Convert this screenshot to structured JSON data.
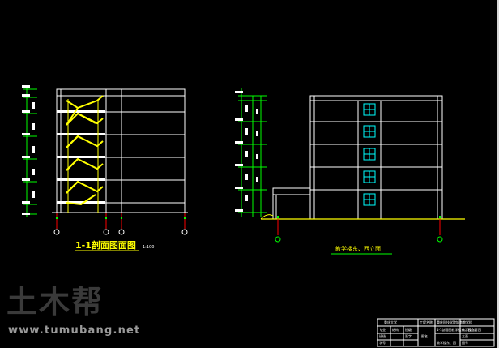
{
  "drawing": {
    "section_title": "1-1剖面图面图",
    "section_scale": "1:100",
    "elevation_title": "教学楼东、西立面"
  },
  "watermark": {
    "logo": "土木帮",
    "url": "www.tumubang.net"
  },
  "title_block": {
    "school": "重庆大学",
    "project_label": "工程名称",
    "project_name": "重庆科技学院城南教学楼",
    "row_labels": [
      "专业",
      "班级",
      "学号"
    ],
    "row_values": [
      "结构",
      "",
      ""
    ],
    "row_labels2": [
      "班级",
      "签字"
    ],
    "drawing_label": "图名",
    "drawing_name": "1-1剖面图教学楼东、西立面",
    "right_texts": [
      "教学楼东、西",
      "立面",
      "图号"
    ],
    "footer": "教学楼东、西"
  },
  "colors": {
    "white": "#ffffff",
    "yellow": "#ffff00",
    "green": "#00ff00",
    "red": "#ff0000",
    "cyan": "#00ffff"
  }
}
